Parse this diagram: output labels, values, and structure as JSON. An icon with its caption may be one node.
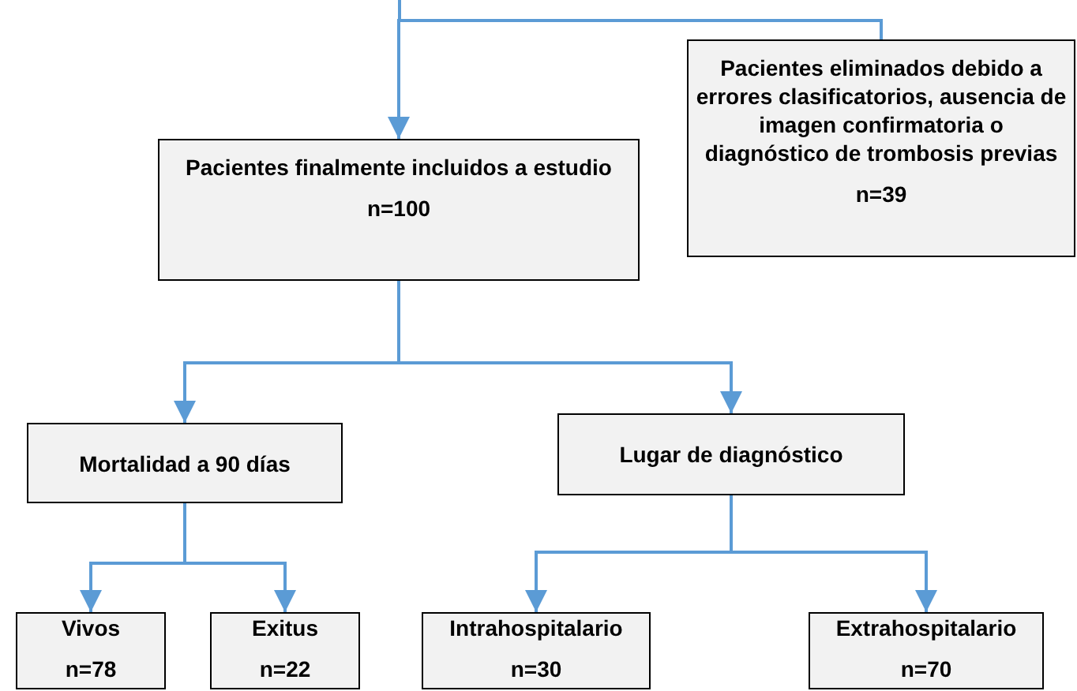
{
  "diagram": {
    "nodes": [
      {
        "text": [
          "Pacientes finalmente incluidos a estudio",
          "n=100"
        ]
      },
      {
        "text": [
          "Pacientes eliminados debido a errores clasificatorios, ausencia de imagen confirmatoria o diagnóstico de trombosis previas",
          "n=39"
        ]
      },
      {
        "text": [
          "Mortalidad a 90 días"
        ]
      },
      {
        "text": [
          "Lugar de diagnóstico"
        ]
      },
      {
        "text": [
          "Vivos",
          "n=78"
        ]
      },
      {
        "text": [
          "Exitus",
          "n=22"
        ]
      },
      {
        "text": [
          "Intrahospitalario",
          "n=30"
        ]
      },
      {
        "text": [
          "Extrahospitalario",
          "n=70"
        ]
      }
    ],
    "edges": [
      {
        "from": null,
        "to": 0,
        "arrow": "to"
      },
      {
        "from": null,
        "to": 1,
        "arrow": "none"
      },
      {
        "from": 0,
        "to": 2,
        "arrow": "to"
      },
      {
        "from": 0,
        "to": 3,
        "arrow": "to"
      },
      {
        "from": 2,
        "to": 4,
        "arrow": "to"
      },
      {
        "from": 2,
        "to": 5,
        "arrow": "to"
      },
      {
        "from": 3,
        "to": 6,
        "arrow": "to"
      },
      {
        "from": 3,
        "to": 7,
        "arrow": "to"
      }
    ]
  }
}
